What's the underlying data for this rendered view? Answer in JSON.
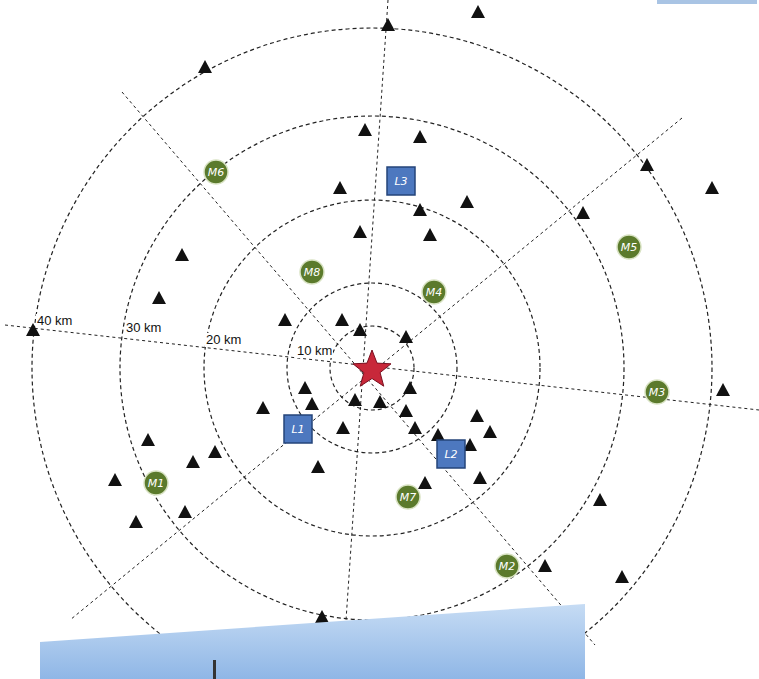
{
  "diagram": {
    "nodes": [
      {
        "text": [
          "M6"
        ]
      },
      {
        "text": [
          "L3"
        ]
      },
      {
        "text": [
          "M5"
        ]
      },
      {
        "text": [
          "M8"
        ]
      },
      {
        "text": [
          "M4"
        ]
      },
      {
        "text": [
          "M3"
        ]
      },
      {
        "text": [
          "L1"
        ]
      },
      {
        "text": [
          "L2"
        ]
      },
      {
        "text": [
          "M1"
        ]
      },
      {
        "text": [
          "M7"
        ]
      },
      {
        "text": [
          "M2"
        ]
      }
    ],
    "labels": [
      "40 km",
      "30 km",
      "20 km",
      "10 km"
    ]
  }
}
